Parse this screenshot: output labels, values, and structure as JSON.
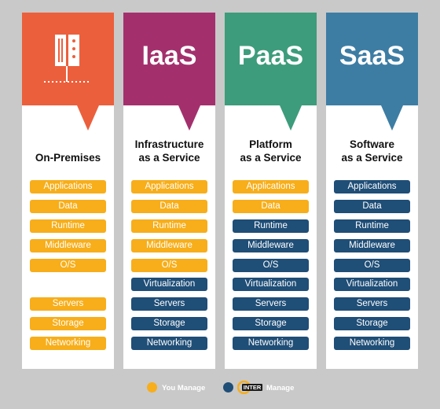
{
  "colors": {
    "you_manage": "#f7ae1a",
    "inter_manage": "#1f4e77",
    "onprem_header": "#ec5f3c",
    "iaas_header": "#a3306d",
    "paas_header": "#3d9c7b",
    "saas_header": "#3d7da4"
  },
  "columns": [
    {
      "code": "",
      "icon": "server-icon",
      "title_line1": "On-Premises",
      "title_line2": "",
      "layers": [
        {
          "label": "Applications",
          "owner": "you"
        },
        {
          "label": "Data",
          "owner": "you"
        },
        {
          "label": "Runtime",
          "owner": "you"
        },
        {
          "label": "Middleware",
          "owner": "you"
        },
        {
          "label": "O/S",
          "owner": "you"
        },
        {
          "label": "Servers",
          "owner": "you"
        },
        {
          "label": "Storage",
          "owner": "you"
        },
        {
          "label": "Networking",
          "owner": "you"
        }
      ]
    },
    {
      "code": "IaaS",
      "title_line1": "Infrastructure",
      "title_line2": "as a Service",
      "layers": [
        {
          "label": "Applications",
          "owner": "you"
        },
        {
          "label": "Data",
          "owner": "you"
        },
        {
          "label": "Runtime",
          "owner": "you"
        },
        {
          "label": "Middleware",
          "owner": "you"
        },
        {
          "label": "O/S",
          "owner": "you"
        },
        {
          "label": "Virtualization",
          "owner": "inter"
        },
        {
          "label": "Servers",
          "owner": "inter"
        },
        {
          "label": "Storage",
          "owner": "inter"
        },
        {
          "label": "Networking",
          "owner": "inter"
        }
      ]
    },
    {
      "code": "PaaS",
      "title_line1": "Platform",
      "title_line2": "as a Service",
      "layers": [
        {
          "label": "Applications",
          "owner": "you"
        },
        {
          "label": "Data",
          "owner": "you"
        },
        {
          "label": "Runtime",
          "owner": "inter"
        },
        {
          "label": "Middleware",
          "owner": "inter"
        },
        {
          "label": "O/S",
          "owner": "inter"
        },
        {
          "label": "Virtualization",
          "owner": "inter"
        },
        {
          "label": "Servers",
          "owner": "inter"
        },
        {
          "label": "Storage",
          "owner": "inter"
        },
        {
          "label": "Networking",
          "owner": "inter"
        }
      ]
    },
    {
      "code": "SaaS",
      "title_line1": "Software",
      "title_line2": "as a Service",
      "layers": [
        {
          "label": "Applications",
          "owner": "inter"
        },
        {
          "label": "Data",
          "owner": "inter"
        },
        {
          "label": "Runtime",
          "owner": "inter"
        },
        {
          "label": "Middleware",
          "owner": "inter"
        },
        {
          "label": "O/S",
          "owner": "inter"
        },
        {
          "label": "Virtualization",
          "owner": "inter"
        },
        {
          "label": "Servers",
          "owner": "inter"
        },
        {
          "label": "Storage",
          "owner": "inter"
        },
        {
          "label": "Networking",
          "owner": "inter"
        }
      ]
    }
  ],
  "legend": {
    "you_label": "You Manage",
    "inter_label": "Manage",
    "logo_text": "INTER"
  }
}
